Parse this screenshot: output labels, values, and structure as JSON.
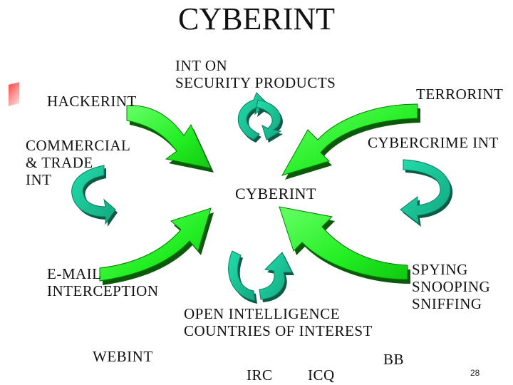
{
  "title": "CYBERINT",
  "center_label": "CYBERINT",
  "labels": {
    "int_on_security": "INT ON\nSECURITY PRODUCTS",
    "hackerint": "HACKERINT",
    "terrorint": "TERRORINT",
    "commercial": "COMMERCIAL\n& TRADE\nINT",
    "cybercrime": "CYBERCRIME INT",
    "email": "E-MAIL\nINTERCEPTION",
    "spying": "SPYING\nSNOOPING\nSNIFFING",
    "open_intelligence": "OPEN INTELLIGENCE\nCOUNTRIES OF INTEREST",
    "webint": "WEBINT",
    "irc": "IRC",
    "icq": "ICQ",
    "bb": "BB"
  },
  "page_number": "28",
  "colors": {
    "big_arrow_fill": "#33ff33",
    "big_arrow_shadow": "#0a5a0a",
    "cycle_arrow_fill": "#19c59a",
    "cycle_arrow_shadow": "#0a5a45",
    "bullet": "#ff4a4a"
  }
}
